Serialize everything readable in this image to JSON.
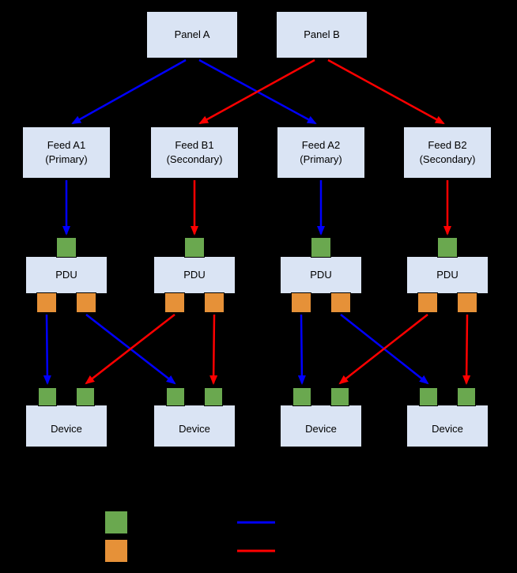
{
  "colors": {
    "background": "#000000",
    "node_fill": "#dae4f4",
    "node_border": "#000000",
    "green_port": "#6aa84f",
    "orange_port": "#e69138",
    "blue_path": "#0000ff",
    "red_path": "#ff0000"
  },
  "panels": [
    {
      "label": "Panel A"
    },
    {
      "label": "Panel B"
    }
  ],
  "feeds": [
    {
      "line1": "Feed A1",
      "line2": "(Primary)"
    },
    {
      "line1": "Feed B1",
      "line2": "(Secondary)"
    },
    {
      "line1": "Feed A2",
      "line2": "(Primary)"
    },
    {
      "line1": "Feed B2",
      "line2": "(Secondary)"
    }
  ],
  "pdus": [
    {
      "label": "PDU"
    },
    {
      "label": "PDU"
    },
    {
      "label": "PDU"
    },
    {
      "label": "PDU"
    }
  ],
  "devices": [
    {
      "label": "Device"
    },
    {
      "label": "Device"
    },
    {
      "label": "Device"
    },
    {
      "label": "Device"
    }
  ],
  "legend": {
    "swatches": [
      {
        "name": "green-square",
        "color": "#6aa84f"
      },
      {
        "name": "orange-square",
        "color": "#e69138"
      }
    ],
    "lines": [
      {
        "name": "blue-line",
        "color": "#0000ff"
      },
      {
        "name": "red-line",
        "color": "#ff0000"
      }
    ]
  }
}
